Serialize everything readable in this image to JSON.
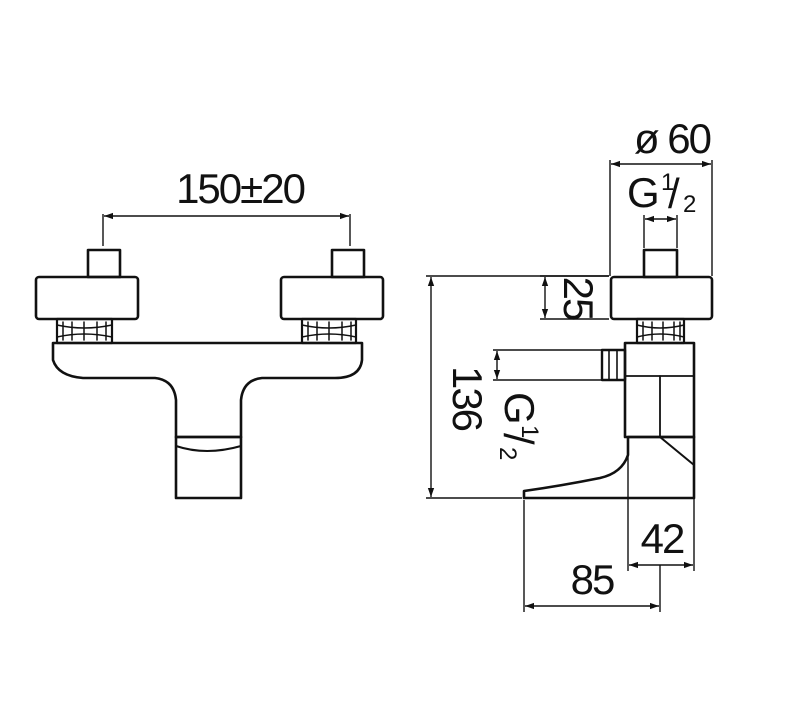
{
  "drawing": {
    "front_view": {
      "width_dimension": "150±20"
    },
    "side_view": {
      "diameter_dimension": "ø 60",
      "thread_top": {
        "letter": "G",
        "num": "1",
        "slash": "/",
        "den": "2"
      },
      "height_cap": "25",
      "total_height": "136",
      "thread_outlet": {
        "letter": "G",
        "num": "1",
        "slash": "/",
        "den": "2"
      },
      "depth_small": "42",
      "depth_total": "85"
    }
  }
}
